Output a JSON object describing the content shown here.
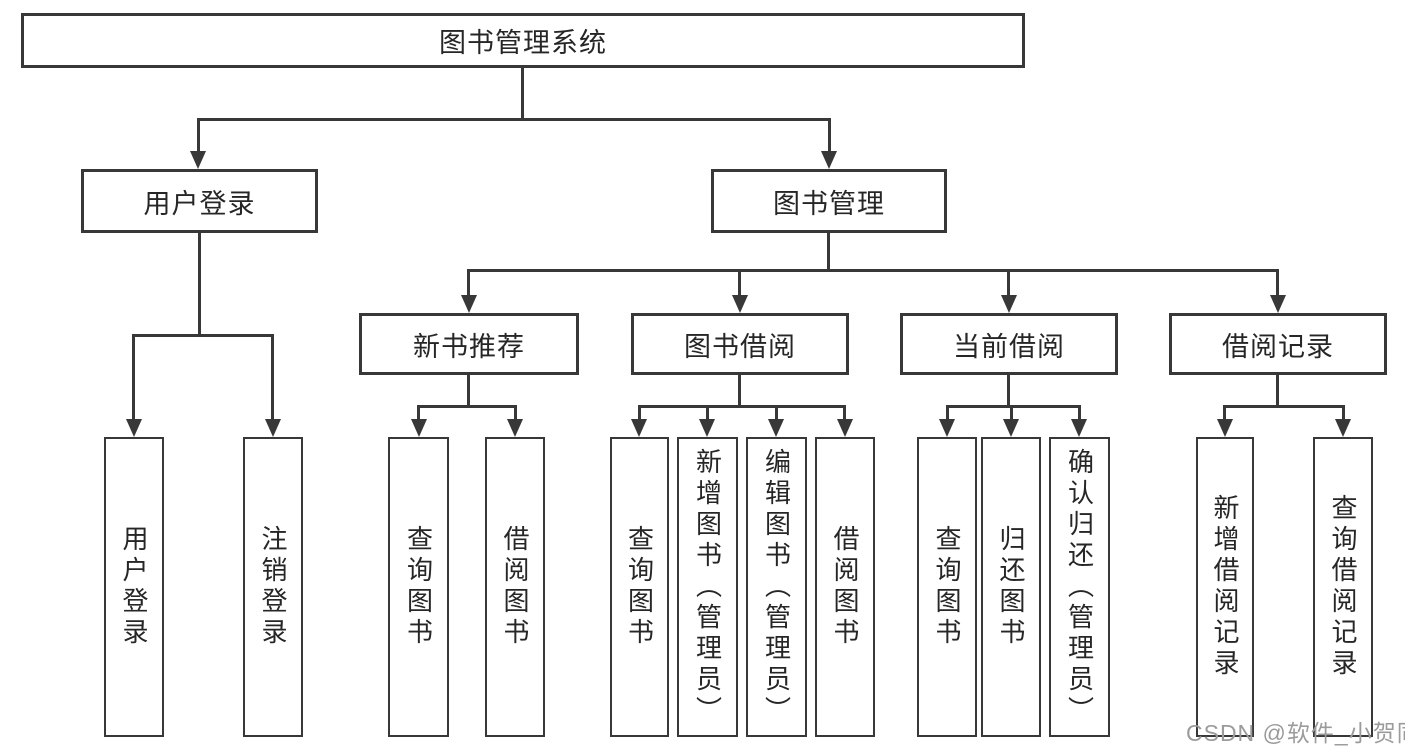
{
  "diagram": {
    "root": {
      "label": "图书管理系统"
    },
    "level1": [
      {
        "label": "用户登录"
      },
      {
        "label": "图书管理"
      }
    ],
    "level2": [
      {
        "label": "新书推荐"
      },
      {
        "label": "图书借阅"
      },
      {
        "label": "当前借阅"
      },
      {
        "label": "借阅记录"
      }
    ],
    "leaves": {
      "user": [
        {
          "label": "用户登录"
        },
        {
          "label": "注销登录"
        }
      ],
      "newbook": [
        {
          "label": "查询图书"
        },
        {
          "label": "借阅图书"
        }
      ],
      "borrow": [
        {
          "label": "查询图书"
        },
        {
          "label": "新增图书（管理员）"
        },
        {
          "label": "编辑图书（管理员）"
        },
        {
          "label": "借阅图书"
        }
      ],
      "current": [
        {
          "label": "查询图书"
        },
        {
          "label": "归还图书"
        },
        {
          "label": "确认归还（管理员）"
        }
      ],
      "records": [
        {
          "label": "新增借阅记录"
        },
        {
          "label": "查询借阅记录"
        }
      ]
    }
  },
  "watermark": {
    "text": "CSDN @软件_小贺同学"
  },
  "colors": {
    "line": "#383838",
    "text": "#262626",
    "watermark": "#9b9b9b",
    "background": "#ffffff"
  }
}
